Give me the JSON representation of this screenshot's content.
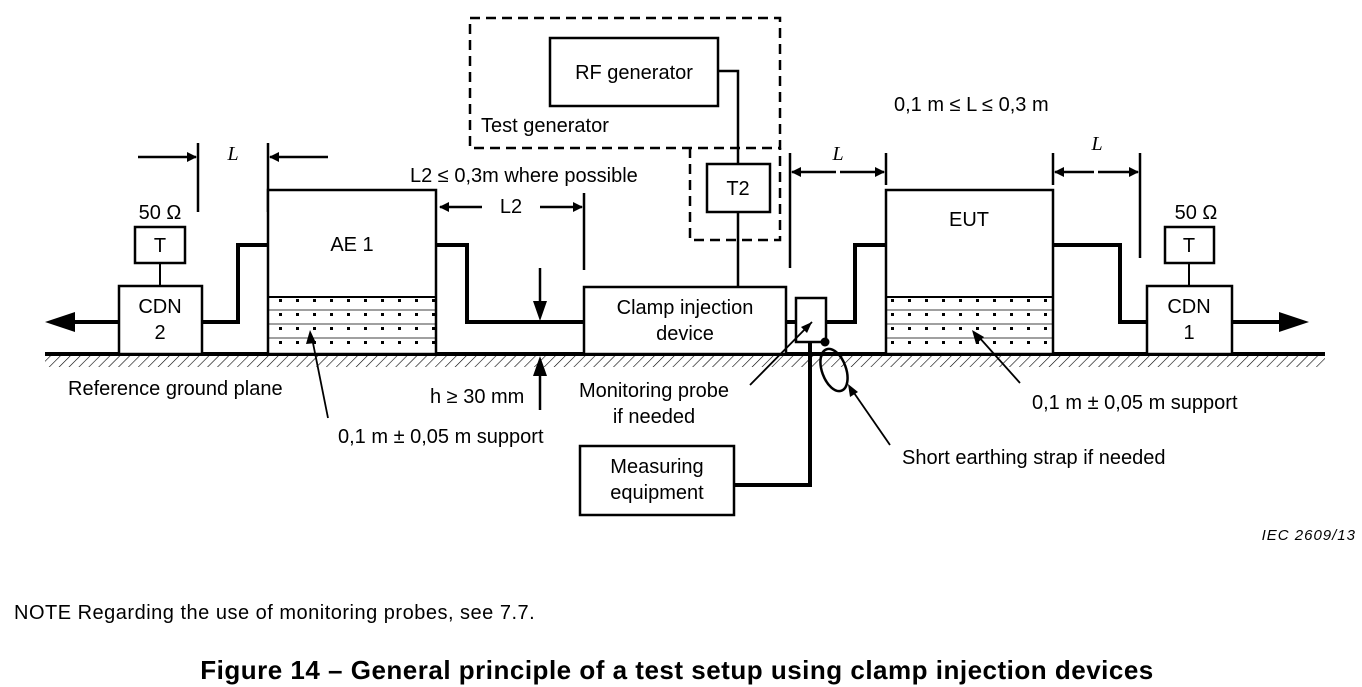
{
  "labels": {
    "rf_generator": "RF generator",
    "test_generator": "Test generator",
    "t2": "T2",
    "range_eut": "0,1 m ≤ L ≤ 0,3 m",
    "l_left": "L",
    "l_mid": "L",
    "l_right": "L",
    "l2_limit": "L2 ≤ 0,3m where possible",
    "l2": "L2",
    "ohm_left": "50 Ω",
    "ohm_right": "50 Ω",
    "t_left": "T",
    "t_right": "T",
    "cdn2_line1": "CDN",
    "cdn2_line2": "2",
    "cdn1_line1": "CDN",
    "cdn1_line2": "1",
    "ae1": "AE 1",
    "eut": "EUT",
    "clamp_line1": "Clamp injection",
    "clamp_line2": "device",
    "reference_ground_plane": "Reference ground plane",
    "height": "h ≥ 30 mm",
    "support_left": "0,1 m ± 0,05 m support",
    "support_right": "0,1 m ± 0,05 m support",
    "probe_line1": "Monitoring probe",
    "probe_line2": "if needed",
    "measuring_line1": "Measuring",
    "measuring_line2": "equipment",
    "earthing_strap": "Short earthing strap if needed",
    "iec_ref": "IEC   2609/13"
  },
  "note": "NOTE   Regarding the use of monitoring probes, see 7.7.",
  "caption": "Figure 14 – General principle of a test setup using clamp injection devices"
}
